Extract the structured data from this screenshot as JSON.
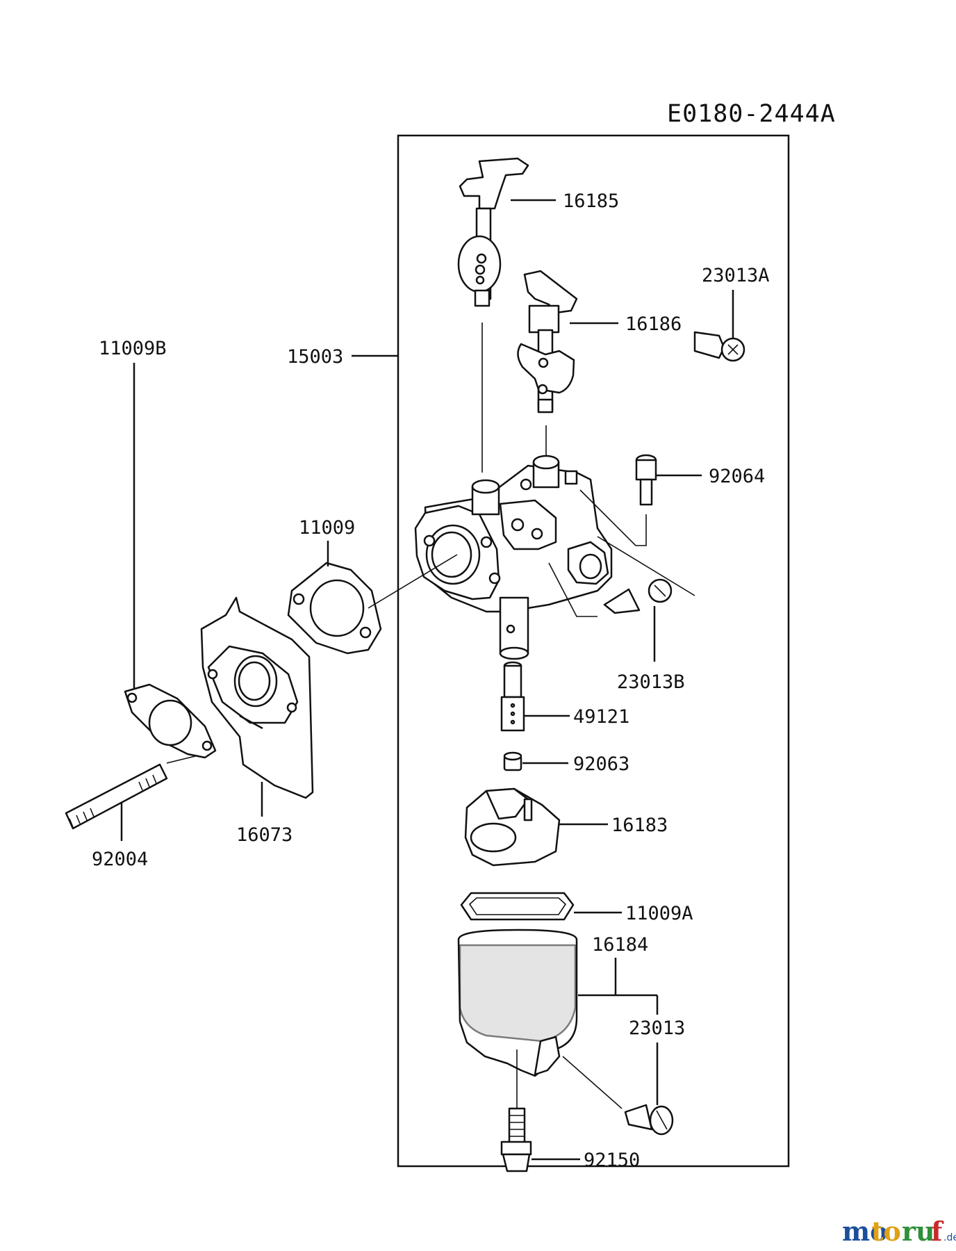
{
  "diagram_code": "E0180-2444A",
  "watermark": {
    "parts": [
      "mo",
      "to",
      "ru",
      "f"
    ],
    "tld": ".de"
  },
  "labels": {
    "p16185": "16185",
    "p16186": "16186",
    "p15003": "15003",
    "p92064": "92064",
    "p11009": "11009",
    "p23013A": "23013A",
    "p11009B": "11009B",
    "p23013B": "23013B",
    "p49121": "49121",
    "p92063": "92063",
    "p16183": "16183",
    "p16073": "16073",
    "p92004": "92004",
    "p11009A": "11009A",
    "p16184": "16184",
    "p23013": "23013",
    "p92150": "92150"
  }
}
